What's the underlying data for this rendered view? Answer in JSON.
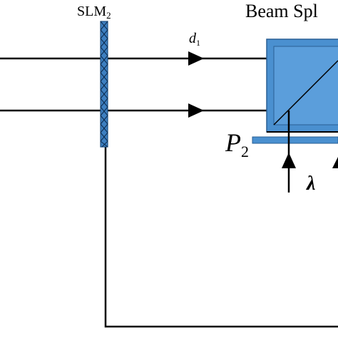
{
  "labels": {
    "slm": "SLM",
    "slm_sub": "2",
    "beam_splitter": "Beam Spl",
    "d": "d",
    "d_sub": "1",
    "p": "P",
    "p_sub": "2",
    "lambda": "λ"
  },
  "colors": {
    "line": "#000000",
    "slm_fill": "#3d7fc0",
    "cube_fill": "#4a90d0",
    "cube_edge": "#2a5f94",
    "plate_fill": "#4a90d0"
  }
}
